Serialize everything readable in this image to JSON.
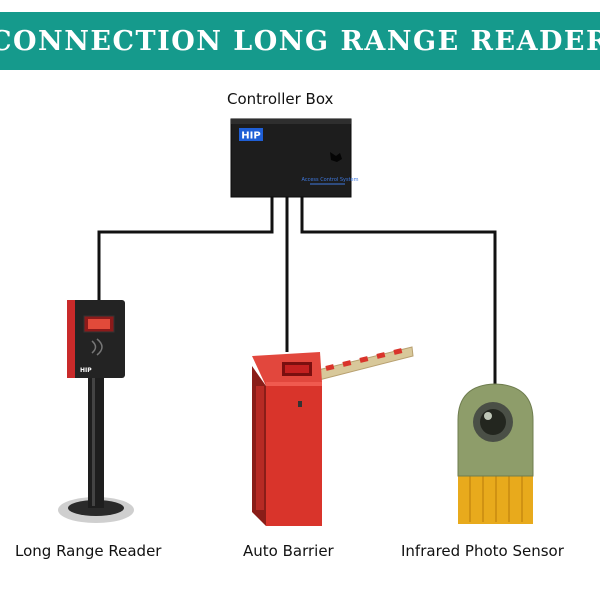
{
  "banner": {
    "title": "CONNECTION LONG RANGE READER"
  },
  "labels": {
    "controller": "Controller Box",
    "reader": "Long Range Reader",
    "barrier": "Auto Barrier",
    "sensor": "Infrared Photo Sensor"
  },
  "controller_box": {
    "logo": "HIP",
    "caption": "Access Control System"
  },
  "reader_device": {
    "logo": "HIP"
  },
  "colors": {
    "banner": "#159a8c",
    "wire": "#111111",
    "controller_body": "#1d1d1d",
    "logo_blue": "#1f5fd6",
    "barrier_red": "#d9342b",
    "sensor_green": "#8e9d6a",
    "sensor_yellow": "#e8aa1c"
  }
}
